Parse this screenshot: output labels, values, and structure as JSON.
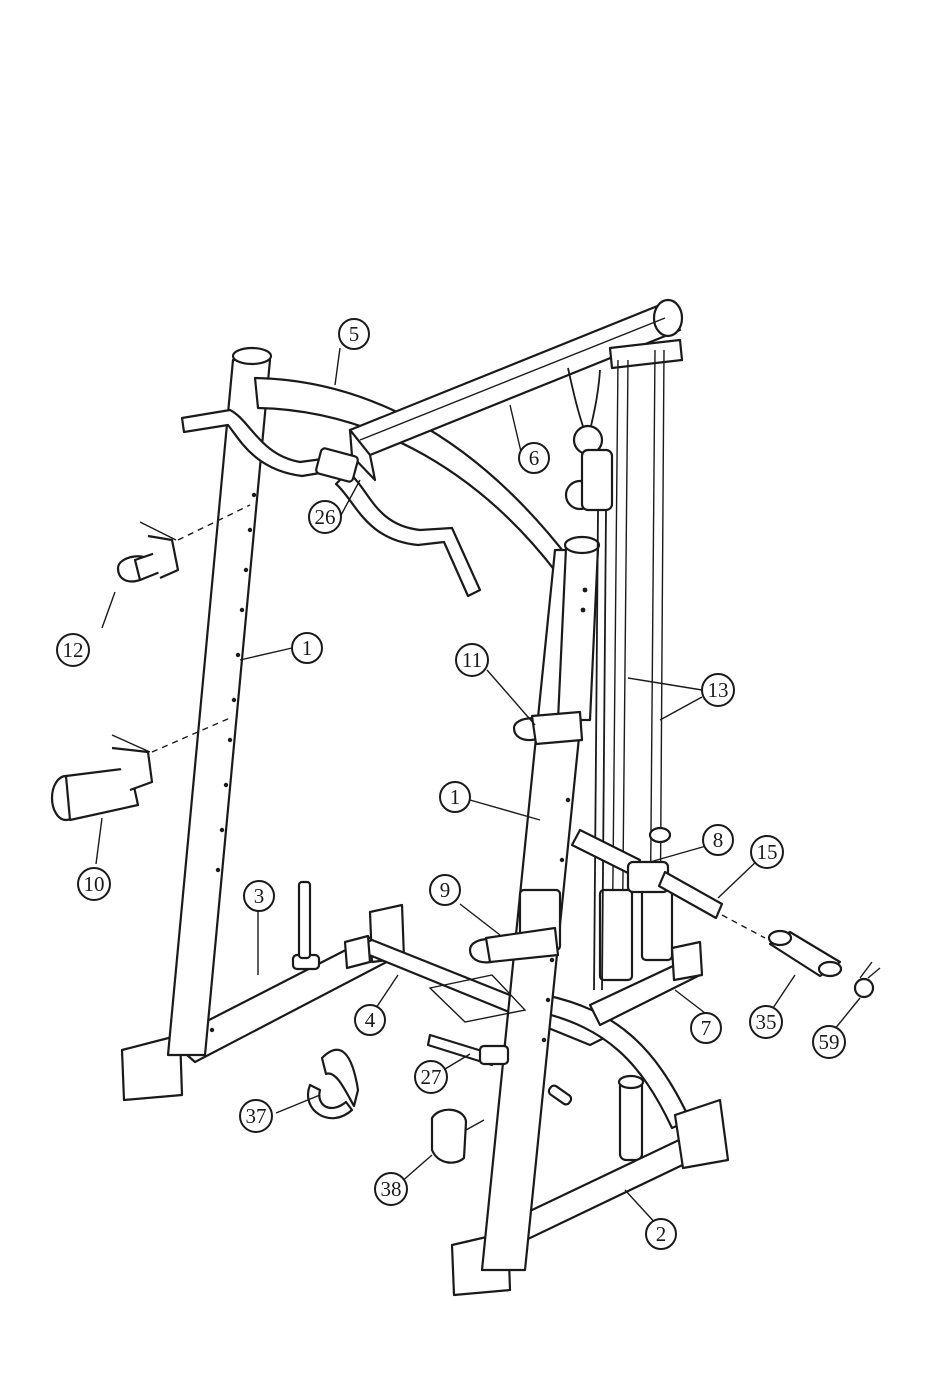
{
  "callouts": [
    {
      "id": "c5",
      "label": "5"
    },
    {
      "id": "c6",
      "label": "6"
    },
    {
      "id": "c26",
      "label": "26"
    },
    {
      "id": "c12",
      "label": "12"
    },
    {
      "id": "c1a",
      "label": "1"
    },
    {
      "id": "c11",
      "label": "11"
    },
    {
      "id": "c13",
      "label": "13"
    },
    {
      "id": "c10",
      "label": "10"
    },
    {
      "id": "c1b",
      "label": "1"
    },
    {
      "id": "c8",
      "label": "8"
    },
    {
      "id": "c15",
      "label": "15"
    },
    {
      "id": "c9",
      "label": "9"
    },
    {
      "id": "c3",
      "label": "3"
    },
    {
      "id": "c4",
      "label": "4"
    },
    {
      "id": "c7",
      "label": "7"
    },
    {
      "id": "c35",
      "label": "35"
    },
    {
      "id": "c59",
      "label": "59"
    },
    {
      "id": "c27",
      "label": "27"
    },
    {
      "id": "c37",
      "label": "37"
    },
    {
      "id": "c38",
      "label": "38"
    },
    {
      "id": "c2",
      "label": "2"
    }
  ]
}
